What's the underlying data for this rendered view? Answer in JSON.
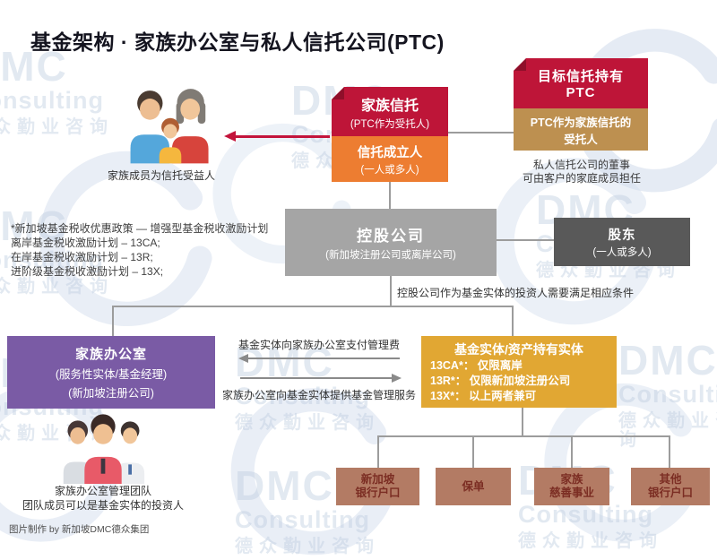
{
  "title": "基金架构 · 家族办公室与私人信托公司(PTC)",
  "watermark": {
    "brand": "DMC",
    "brand_sub": "Consulting",
    "brand_cn": "德众勤业咨询"
  },
  "family_beneficiaries": {
    "caption": "家族成员为信托受益人"
  },
  "family_trust": {
    "header": "家族信托",
    "header_sub": "(PTC作为受托人)",
    "body": "信托成立人",
    "body_sub": "(一人或多人)"
  },
  "target_trust": {
    "header_line1": "目标信托持有",
    "header_line2": "PTC",
    "body_line1": "PTC作为家族信托的",
    "body_line2": "受托人",
    "note_line1": "私人信托公司的董事",
    "note_line2": "可由客户的家庭成员担任"
  },
  "tax_note": {
    "lines": [
      "*新加坡基金税收优惠政策 — 增强型基金税收激励计划",
      "离岸基金税收激励计划 – 13CA;",
      "在岸基金税收激励计划 – 13R;",
      "进阶级基金税收激励计划 – 13X;"
    ]
  },
  "holding_company": {
    "title": "控股公司",
    "subtitle": "(新加坡注册公司或离岸公司)"
  },
  "shareholders": {
    "title": "股东",
    "subtitle": "(一人或多人)"
  },
  "holding_note": "控股公司作为基金实体的投资人需要满足相应条件",
  "family_office": {
    "title": "家族办公室",
    "sub1": "(服务性实体/基金经理)",
    "sub2": "(新加坡注册公司)"
  },
  "service_flows": {
    "fee": "基金实体向家族办公室支付管理费",
    "service": "家族办公室向基金实体提供基金管理服务"
  },
  "fund_entity": {
    "title": "基金实体/资产持有实体",
    "lines": [
      "13CA*： 仅限离岸",
      "13R*： 仅限新加坡注册公司",
      "13X*： 以上两者兼可"
    ]
  },
  "assets": [
    {
      "line1": "新加坡",
      "line2": "银行户口"
    },
    {
      "line1": "保单",
      "line2": ""
    },
    {
      "line1": "家族",
      "line2": "慈善事业"
    },
    {
      "line1": "其他",
      "line2": "银行户口"
    }
  ],
  "team": {
    "caption1": "家族办公室管理团队",
    "caption2": "团队成员可以是基金实体的投资人"
  },
  "footer": "图片制作 by 新加坡DMC德众集团",
  "colors": {
    "red": "#be1538",
    "red_dark": "#8f0f2a",
    "orange": "#ed7d31",
    "bronze": "#bd9050",
    "gray_box": "#a5a5a5",
    "dark_gray_box": "#595959",
    "purple": "#7a5ba5",
    "gold": "#e1a733",
    "terracotta": "#b37b64",
    "terracotta_text": "#7b2d23",
    "arrow_red": "#c3143b",
    "connector": "#9c9c9c",
    "watermark": "#bccbdf"
  }
}
